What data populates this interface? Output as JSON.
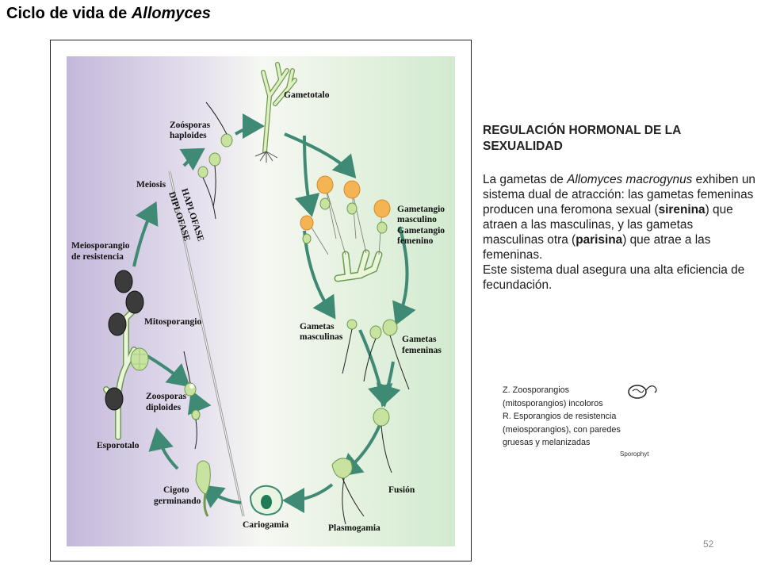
{
  "slide": {
    "title_prefix": "Ciclo de vida de ",
    "title_genus": "Allomyces",
    "page_number": "52"
  },
  "diagram": {
    "labels": {
      "gametotalo": "Gametotalo",
      "zoosporas_haploides_1": "Zoósporas",
      "zoosporas_haploides_2": "haploides",
      "meiosis": "Meiosis",
      "haplofase": "HAPLOFASE",
      "diplofase": "DIPLOFASE",
      "gametangio_masculino_1": "Gametangio",
      "gametangio_masculino_2": "masculino",
      "gametangio_femenino_1": "Gametangio",
      "gametangio_femenino_2": "femenino",
      "meiosporangio_1": "Meiosporangio",
      "meiosporangio_2": "de resistencia",
      "mitosporangio": "Mitosporangio",
      "gametas_masculinas_1": "Gametas",
      "gametas_masculinas_2": "masculinas",
      "gametas_femeninas_1": "Gametas",
      "gametas_femeninas_2": "femeninas",
      "zoosporas_diploides_1": "Zoosporas",
      "zoosporas_diploides_2": "diploides",
      "esporotalo": "Esporotalo",
      "fusion": "Fusión",
      "cigoto_1": "Cigoto",
      "cigoto_2": "germinando",
      "cariogamia": "Cariogamia",
      "plasmogamia": "Plasmogamia"
    },
    "colors": {
      "arrow": "#3f8a74",
      "cell_fill": "#c8e3a0",
      "cell_stroke": "#6e9a4e",
      "gametangium_orange": "#f5b454",
      "sporangium_dark": "#3b3b3b",
      "background_left": "#c9bfdc",
      "background_right": "#d6ecd2"
    }
  },
  "hormonal": {
    "title_line1": "REGULACIÓN HORMONAL DE LA",
    "title_line2": "SEXUALIDAD",
    "p1": "La gametas de ",
    "p1_species": "Allomyces macrogynus",
    "p2": " exhiben un sistema dual de atracción: las gametas femeninas producen una feromona sexual (",
    "p2_bold": "sirenina",
    "p3": ")  que atraen a las masculinas, y las gametas masculinas otra (",
    "p3_bold": "parisina",
    "p4": ") que atrae a las femeninas.",
    "p5": "Este  sistema dual asegura una alta eficiencia de fecundación."
  },
  "caption": {
    "line1": "Z. Zoosporangios",
    "line2": "(mitosporangios) incoloros",
    "line3": "R. Esporangios de resistencia",
    "line4": "(meiosporangios), con paredes",
    "line5": "gruesas y melanizadas",
    "tag": "Sporophyt"
  }
}
